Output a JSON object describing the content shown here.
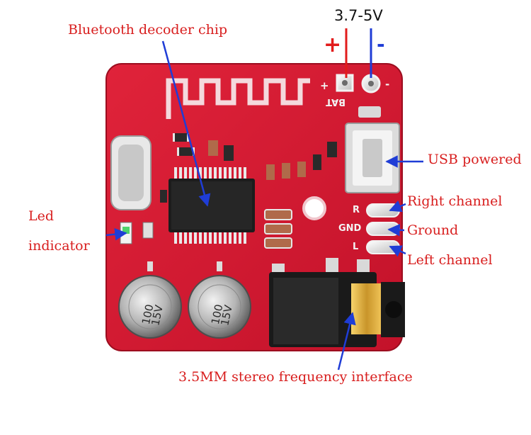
{
  "labels": {
    "voltage": "3.7-5V",
    "plus": "+",
    "minus": "-",
    "decoder_chip": "Bluetooth decoder chip",
    "usb": "USB powered",
    "right": "Right channel",
    "ground": "Ground",
    "left": "Left channel",
    "led_line1": "Led",
    "led_line2": "indicator",
    "jack": "3.5MM stereo frequency interface"
  },
  "board_silkscreen": {
    "bat": "BAT",
    "bat_plus": "+",
    "bat_minus": "-",
    "r": "R",
    "gnd": "GND",
    "l": "L",
    "cap1_top": "100",
    "cap1_bottom": "15V",
    "cap2_top": "100",
    "cap2_bottom": "15V"
  },
  "colors": {
    "board": "#d6172e",
    "label_text": "#d81e1e",
    "arrow": "#1f3dd6",
    "power_positive": "#e21b1b"
  }
}
